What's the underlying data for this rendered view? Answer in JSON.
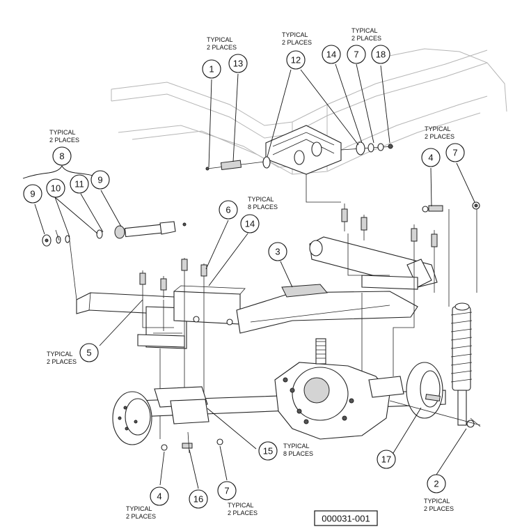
{
  "figure_id": "000031-001",
  "notes": {
    "n1": [
      "TYPICAL",
      "2 PLACES"
    ],
    "n12": [
      "TYPICAL",
      "2 PLACES"
    ],
    "n18": [
      "TYPICAL",
      "2 PLACES"
    ],
    "n8": [
      "TYPICAL",
      "2 PLACES"
    ],
    "n4top": [
      "TYPICAL",
      "2 PLACES"
    ],
    "n6": [
      "TYPICAL",
      "8 PLACES"
    ],
    "n5": [
      "TYPICAL",
      "2 PLACES"
    ],
    "n15": [
      "TYPICAL",
      "8 PLACES"
    ],
    "n4bot": [
      "TYPICAL",
      "2 PLACES"
    ],
    "n7bot": [
      "TYPICAL",
      "2 PLACES"
    ],
    "n2": [
      "TYPICAL",
      "2 PLACES"
    ]
  },
  "callouts": {
    "c1": "1",
    "c13": "13",
    "c12": "12",
    "c14a": "14",
    "c7a": "7",
    "c18": "18",
    "c8": "8",
    "c9a": "9",
    "c10": "10",
    "c11": "11",
    "c9b": "9",
    "c4a": "4",
    "c7b": "7",
    "c6": "6",
    "c14b": "14",
    "c3": "3",
    "c5": "5",
    "c15": "15",
    "c17": "17",
    "c2": "2",
    "c4b": "4",
    "c16": "16",
    "c7c": "7"
  }
}
